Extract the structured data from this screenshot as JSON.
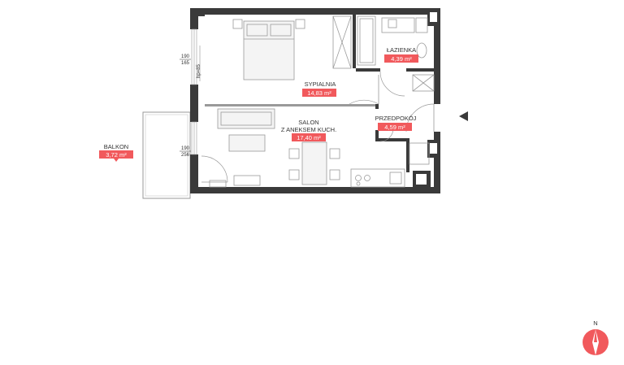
{
  "rooms": {
    "sypialnia": {
      "name": "SYPIALNIA",
      "area": "14,83 m²"
    },
    "lazienka": {
      "name": "ŁAZIENKA",
      "area": "4,39 m²"
    },
    "salon": {
      "name_line1": "SALON",
      "name_line2": "Z ANEKSEM KUCH.",
      "area": "17,40 m²"
    },
    "przedpokoj": {
      "name": "PRZEDPOKÓJ",
      "area": "4,59 m²"
    },
    "balkon": {
      "name": "BALKON",
      "area": "3,72 m²"
    }
  },
  "window_dims": {
    "top": {
      "width": "190",
      "height": "165"
    },
    "bottom": {
      "width": "190",
      "height": "256"
    },
    "sill": "hp=85"
  },
  "compass": {
    "label": "N"
  },
  "colors": {
    "label_bg": "#f1595c",
    "walls": "#3a3a3a",
    "compass": "#f1595c"
  }
}
